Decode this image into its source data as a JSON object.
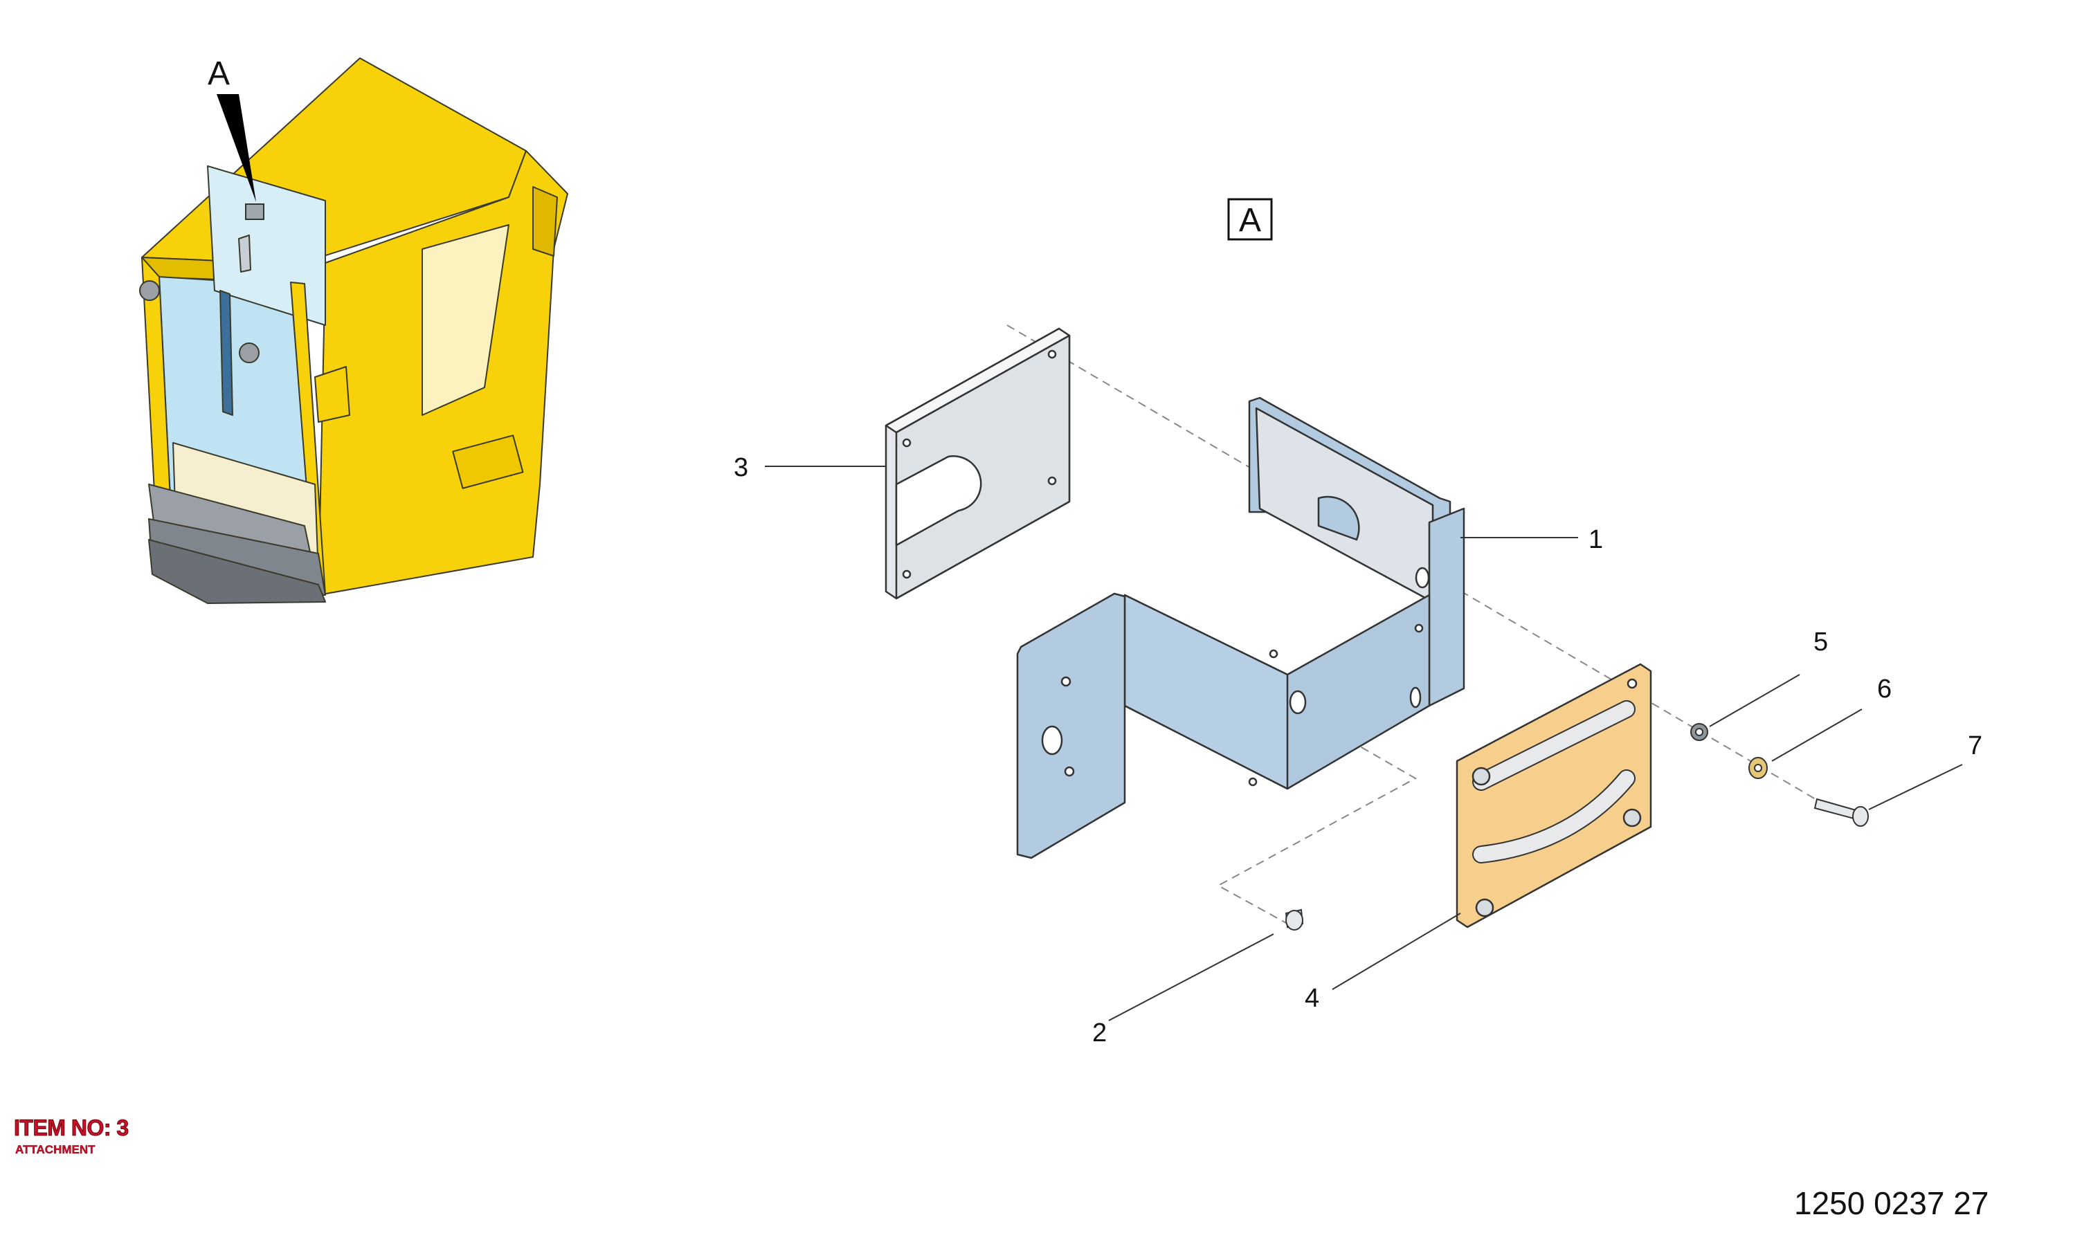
{
  "detail": {
    "pointer_letter": "A",
    "view_label": "A"
  },
  "callouts": {
    "c1": "1",
    "c2": "2",
    "c3": "3",
    "c4": "4",
    "c5": "5",
    "c6": "6",
    "c7": "7"
  },
  "footer": {
    "item_title": "ITEM NO: 3",
    "item_subtitle": "ATTACHMENT",
    "drawing_number": "1250 0237 27"
  },
  "colors": {
    "cab_yellow": "#f7d20a",
    "glass_blue": "#bfe3f2",
    "bracket_blue": "#b3cbe0",
    "plate_gray": "#e4e8ec",
    "plate_orange": "#f6cf8c",
    "washer_brass": "#e6c878"
  }
}
